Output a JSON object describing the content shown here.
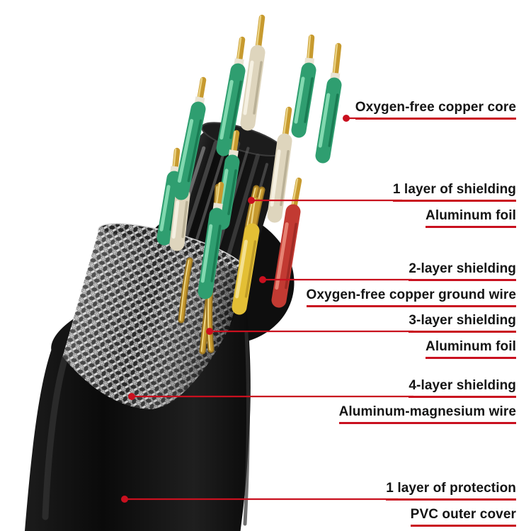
{
  "annotations": [
    {
      "lines": [
        "Oxygen-free copper core"
      ]
    },
    {
      "lines": [
        "1 layer of shielding",
        "Aluminum foil"
      ]
    },
    {
      "lines": [
        "2-layer shielding",
        "Oxygen-free copper ground wire"
      ]
    },
    {
      "lines": [
        "3-layer shielding",
        "Aluminum foil"
      ]
    },
    {
      "lines": [
        "4-layer shielding",
        "Aluminum-magnesium wire"
      ]
    },
    {
      "lines": [
        "1 layer of protection",
        "PVC outer cover"
      ]
    }
  ],
  "colors": {
    "accent_red": "#c9101f",
    "text_color": "#141414",
    "background": "#ffffff",
    "copper": "#c79a2f",
    "wire_green": "#2f9e70",
    "wire_cream": "#ded5bd",
    "wire_yellow": "#e3bf35",
    "wire_red": "#c23a32",
    "braid_silver": "#d4d4d4",
    "pvc_black": "#0f0f0f"
  }
}
